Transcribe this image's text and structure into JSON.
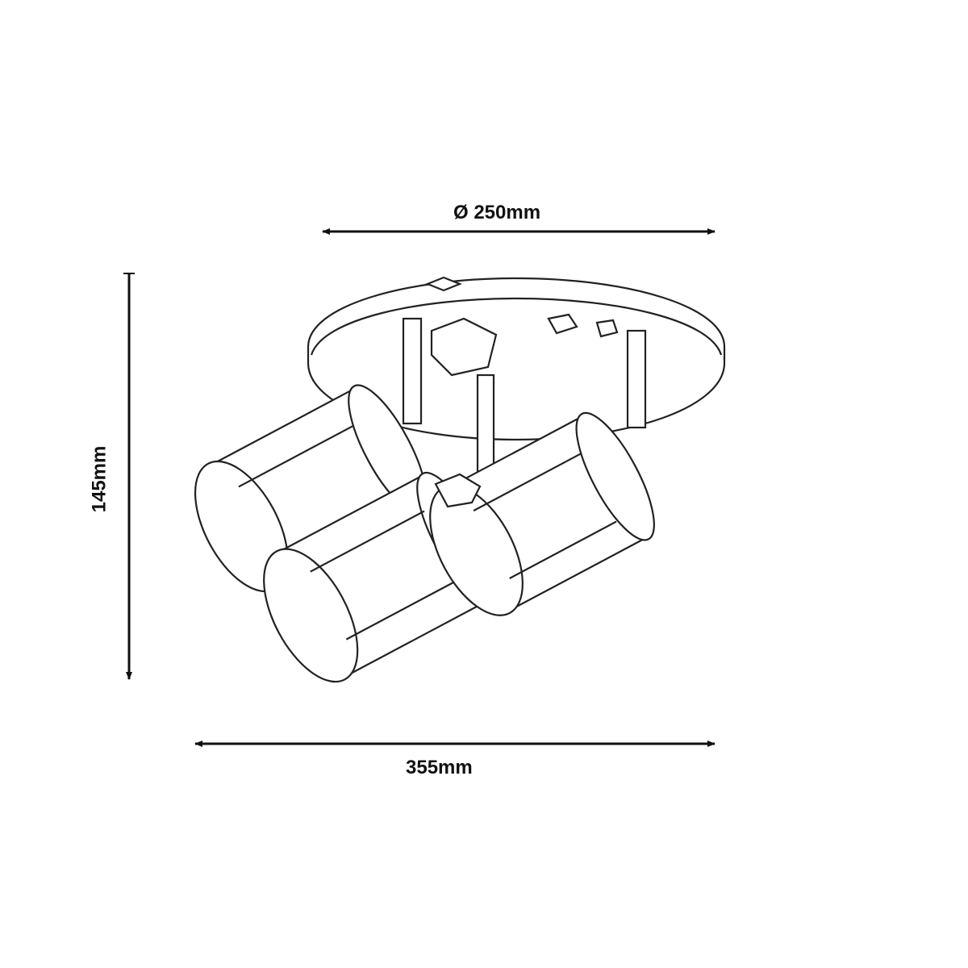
{
  "dimensions": {
    "diameter": "Ø 250mm",
    "height": "145mm",
    "width": "355mm"
  },
  "colors": {
    "line": "#111111",
    "background": "#ffffff"
  }
}
